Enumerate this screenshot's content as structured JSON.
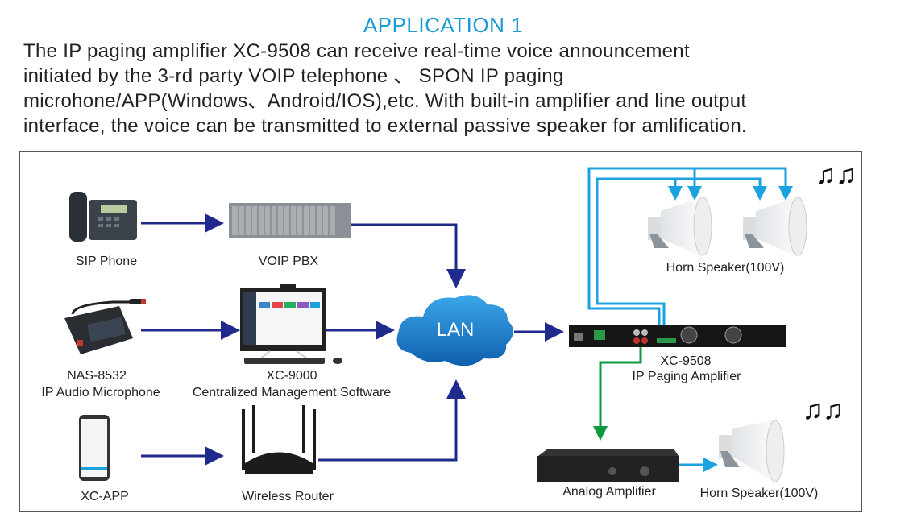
{
  "title": "APPLICATION 1",
  "description": [
    "The IP paging amplifier XC-9508 can receive real-time voice announcement",
    "initiated by the 3-rd party VOIP telephone 、 SPON IP paging",
    "microhone/APP(Windows、Android/IOS),etc. With built-in amplifier and line output",
    "interface, the voice can be transmitted to external passive speaker for amlification."
  ],
  "colors": {
    "title": "#1a9ad6",
    "network_link": "#1f2a8c",
    "speaker_link": "#1aa3e0",
    "line_out_link": "#0b9a3e",
    "cloud": "#1b7fc8"
  },
  "devices": {
    "sip_phone": {
      "label": "SIP Phone",
      "icon": "desk-phone-icon"
    },
    "voip_pbx": {
      "label": "VOIP PBX",
      "icon": "rack-server-icon"
    },
    "nas_8532": {
      "label_1": "NAS-8532",
      "label_2": "IP Audio Microphone",
      "icon": "gooseneck-microphone-icon"
    },
    "xc_9000": {
      "label_1": "XC-9000",
      "label_2": "Centralized Management Software",
      "icon": "desktop-computer-icon"
    },
    "xc_app": {
      "label": "XC-APP",
      "icon": "smartphone-icon"
    },
    "router": {
      "label": "Wireless Router",
      "icon": "wifi-router-icon"
    },
    "lan": {
      "label": "LAN",
      "icon": "cloud-icon"
    },
    "xc_9508": {
      "label_1": "XC-9508",
      "label_2": "IP Paging Amplifier",
      "icon": "rack-amplifier-icon"
    },
    "horn_top": {
      "label": "Horn Speaker(100V)",
      "icon": "horn-speaker-icon"
    },
    "analog_amp": {
      "label": "Analog Amplifier",
      "icon": "power-amplifier-icon"
    },
    "horn_bottom": {
      "label": "Horn Speaker(100V)",
      "icon": "horn-speaker-icon"
    }
  },
  "music_note": "♫♫"
}
